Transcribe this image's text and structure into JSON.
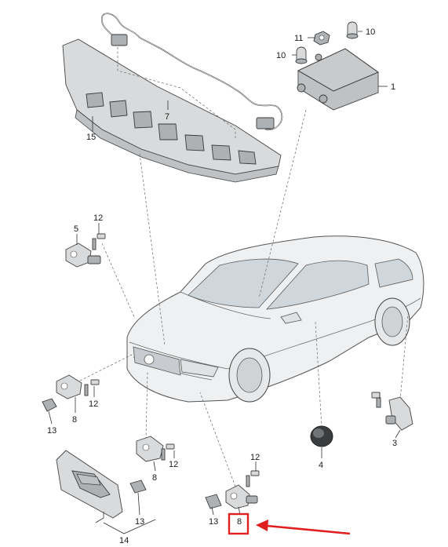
{
  "callouts": [
    {
      "id": "c1",
      "text": "1"
    },
    {
      "id": "c10a",
      "text": "10"
    },
    {
      "id": "c10b",
      "text": "10"
    },
    {
      "id": "c11",
      "text": "11"
    },
    {
      "id": "c7",
      "text": "7"
    },
    {
      "id": "c15",
      "text": "15"
    },
    {
      "id": "c5",
      "text": "5"
    },
    {
      "id": "c12a",
      "text": "12"
    },
    {
      "id": "c12b",
      "text": "12"
    },
    {
      "id": "c12c",
      "text": "12"
    },
    {
      "id": "c12d",
      "text": "12"
    },
    {
      "id": "c8a",
      "text": "8"
    },
    {
      "id": "c8b",
      "text": "8"
    },
    {
      "id": "c8c",
      "text": "8"
    },
    {
      "id": "c13a",
      "text": "13"
    },
    {
      "id": "c13b",
      "text": "13"
    },
    {
      "id": "c13c",
      "text": "13"
    },
    {
      "id": "c14",
      "text": "14"
    },
    {
      "id": "c3",
      "text": "3"
    },
    {
      "id": "c4",
      "text": "4"
    }
  ],
  "highlight": {
    "target": "8",
    "color": "#e02020"
  },
  "colors": {
    "line": "#333333",
    "part": "#d9dadb",
    "accent": "#e02020"
  }
}
